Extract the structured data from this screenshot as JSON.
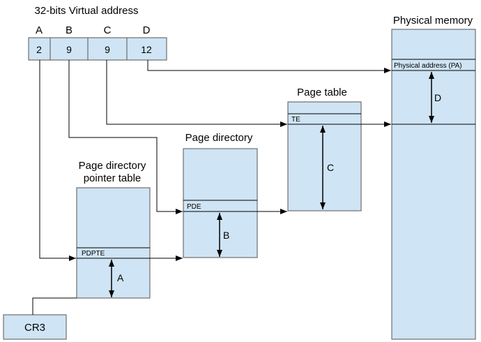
{
  "virtual_address": {
    "title": "32-bits Virtual address",
    "fields": [
      {
        "letter": "A",
        "bits": "2"
      },
      {
        "letter": "B",
        "bits": "9"
      },
      {
        "letter": "C",
        "bits": "9"
      },
      {
        "letter": "D",
        "bits": "12"
      }
    ]
  },
  "physical_memory": {
    "title": "Physical memory",
    "entry": "Physical address (PA)",
    "offset_label": "D"
  },
  "page_table": {
    "title": "Page table",
    "entry": "TE",
    "offset_label": "C"
  },
  "page_directory": {
    "title": "Page directory",
    "entry": "PDE",
    "offset_label": "B"
  },
  "pdpt": {
    "title_line1": "Page directory",
    "title_line2": "pointer table",
    "entry": "PDPTE",
    "offset_label": "A"
  },
  "cr3": {
    "label": "CR3"
  },
  "colors": {
    "box_fill": "#cfe4f4",
    "stroke": "#000000",
    "box_stroke": "#555555"
  }
}
